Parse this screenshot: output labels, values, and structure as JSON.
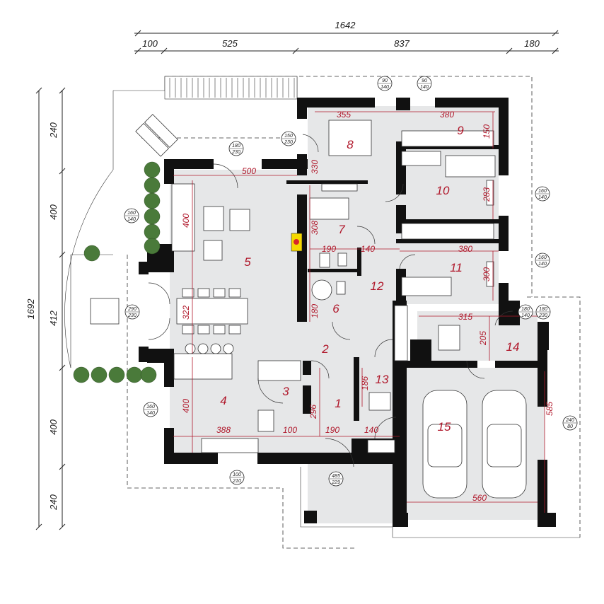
{
  "dimensions": {
    "top_total": "1642",
    "top_segments": [
      "100",
      "525",
      "837",
      "180"
    ],
    "left_total": "1692",
    "left_segments": [
      "240",
      "400",
      "412",
      "400",
      "240"
    ]
  },
  "rooms": [
    "1",
    "2",
    "3",
    "4",
    "5",
    "6",
    "7",
    "8",
    "9",
    "10",
    "11",
    "12",
    "13",
    "14",
    "15"
  ],
  "inner_dims": {
    "d500": "500",
    "d400a": "400",
    "d322": "322",
    "d400b": "400",
    "d388": "388",
    "d100": "100",
    "d190a": "190",
    "d140a": "140",
    "d296": "296",
    "d186": "186",
    "d180": "180",
    "d190b": "190",
    "d140b": "140",
    "d308": "308",
    "d330": "330",
    "d355": "355",
    "d380a": "380",
    "d150": "150",
    "d283": "283",
    "d380b": "380",
    "d300": "300",
    "d315": "315",
    "d205": "205",
    "d585": "585",
    "d560": "560"
  },
  "windows": [
    {
      "top": "90",
      "bottom": "140"
    },
    {
      "top": "90",
      "bottom": "140"
    },
    {
      "top": "150",
      "bottom": "230"
    },
    {
      "top": "180",
      "bottom": "230"
    },
    {
      "top": "160",
      "bottom": "140"
    },
    {
      "top": "290",
      "bottom": "230"
    },
    {
      "top": "160",
      "bottom": "140"
    },
    {
      "top": "160",
      "bottom": "140"
    },
    {
      "top": "160",
      "bottom": "140"
    },
    {
      "top": "180",
      "bottom": "230"
    },
    {
      "top": "240",
      "bottom": "80"
    },
    {
      "top": "180",
      "bottom": "140"
    },
    {
      "top": "100",
      "bottom": "210"
    },
    {
      "top": "485",
      "bottom": "229"
    }
  ],
  "colors": {
    "wall": "#111111",
    "floor": "#e6e7e8",
    "accent": "#b0182b",
    "fireplace": "#f5d800"
  }
}
